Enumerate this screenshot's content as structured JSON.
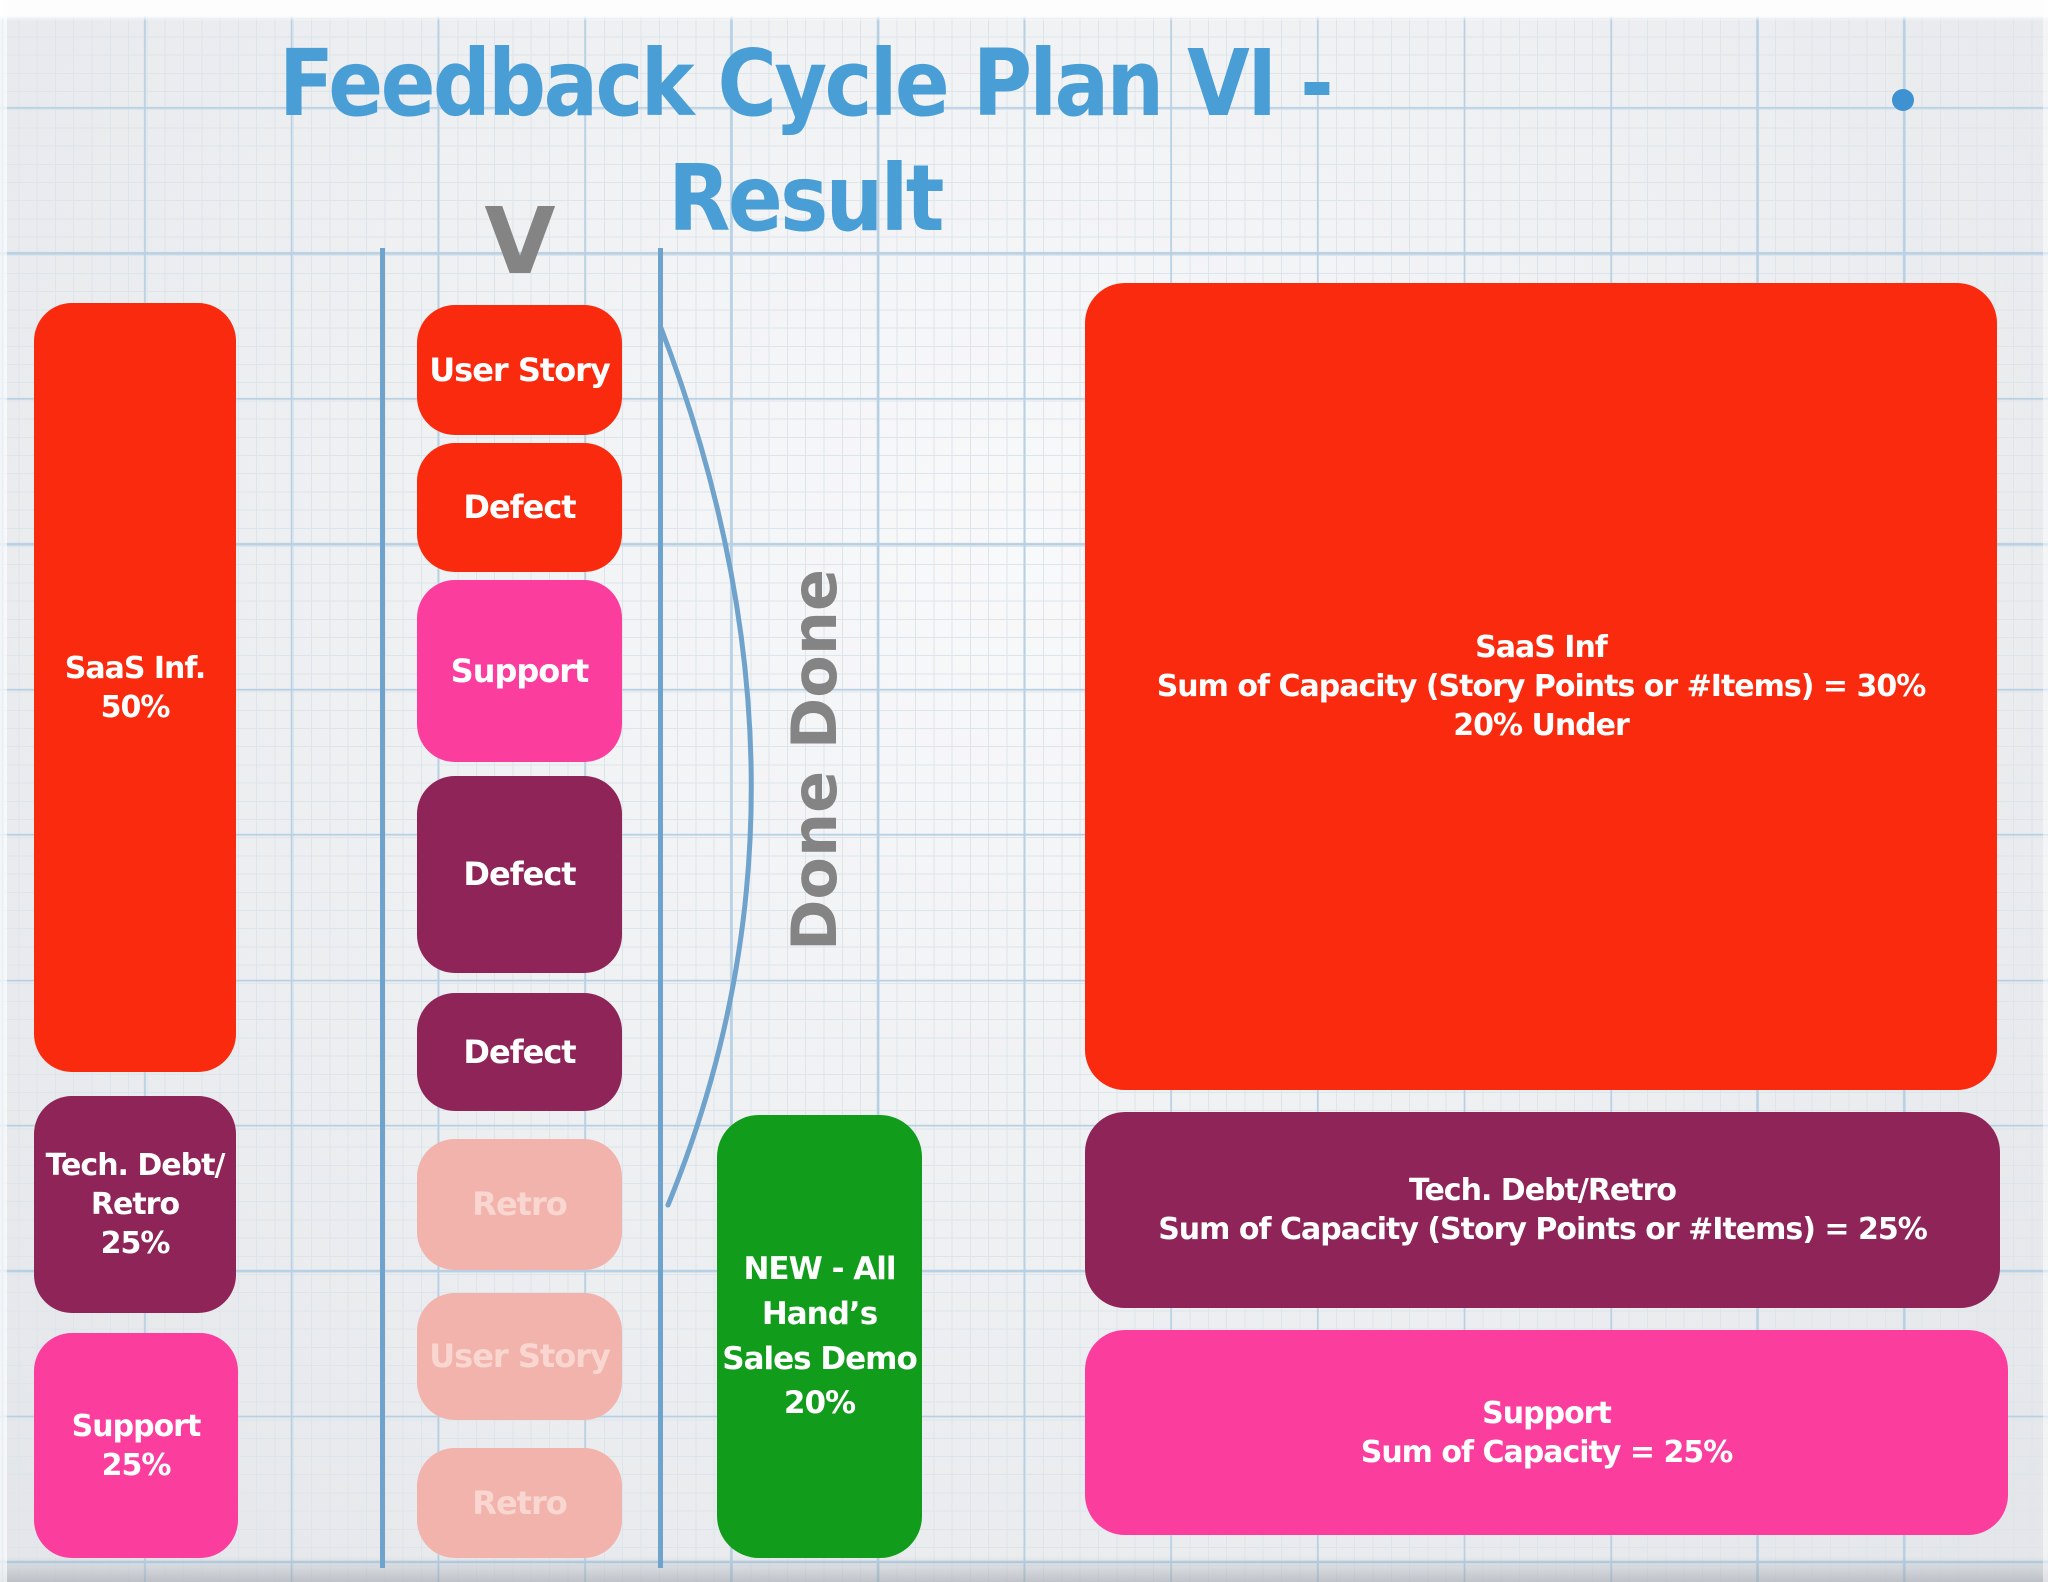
{
  "title": "Feedback Cycle Plan VI - Result",
  "marker": "V",
  "done_label": "Done Done",
  "left_column": {
    "saas": {
      "line1": "SaaS Inf.",
      "line2": "50%"
    },
    "tech": {
      "line1": "Tech. Debt/",
      "line2": "Retro",
      "line3": "25%"
    },
    "support": {
      "line1": "Support",
      "line2": "25%"
    }
  },
  "middle_column": {
    "items": [
      {
        "label": "User Story",
        "state": "active"
      },
      {
        "label": "Defect",
        "state": "active"
      },
      {
        "label": "Support",
        "state": "active"
      },
      {
        "label": "Defect",
        "state": "active"
      },
      {
        "label": "Defect",
        "state": "active"
      },
      {
        "label": "Retro",
        "state": "faded"
      },
      {
        "label": "User Story",
        "state": "faded"
      },
      {
        "label": "Retro",
        "state": "faded"
      }
    ]
  },
  "green_box": {
    "line1": "NEW - All",
    "line2": "Hand’s",
    "line3": "Sales Demo",
    "line4": "20%"
  },
  "right_column": {
    "saas": {
      "line1": "SaaS Inf",
      "line2": "Sum of Capacity (Story Points or #Items) = 30%",
      "line3": "20% Under"
    },
    "tech": {
      "line1": "Tech. Debt/Retro",
      "line2": "Sum of Capacity (Story Points or #Items) = 25%"
    },
    "support": {
      "line1": "Support",
      "line2": "Sum of Capacity = 25%"
    }
  },
  "colors": {
    "red": "#f92a0d",
    "pink": "#fb3d9e",
    "plum": "#8e2457",
    "green": "#119c1b",
    "faded_red": "#f1b3ac",
    "title_blue": "#4a9ed6",
    "line_blue": "#6fa3cb",
    "gray": "#848484",
    "grid_minor": "#dde5ec",
    "grid_major": "#b7d0e3"
  }
}
